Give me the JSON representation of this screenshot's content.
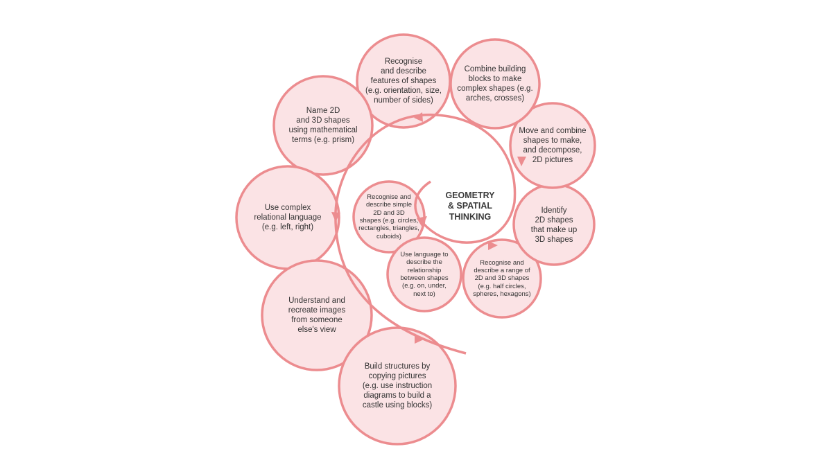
{
  "center": {
    "title": "GEOMETRY\n& SPATIAL\nTHINKING"
  },
  "stages": [
    {
      "text": "Recognise and\ndescribe simple\n2D and 3D\nshapes (e.g. circles,\nrectangles, triangles,\ncuboids)"
    },
    {
      "text": "Use language to\ndescribe the\nrelationship\nbetween shapes\n(e.g. on, under,\nnext to)"
    },
    {
      "text": "Recognise and\ndescribe a range of\n2D and 3D shapes\n(e.g. half circles,\nspheres, hexagons)"
    },
    {
      "text": "Identify\n2D shapes\nthat make up\n3D shapes"
    },
    {
      "text": "Move and combine\nshapes to make,\nand decompose,\n2D pictures"
    },
    {
      "text": "Combine building\nblocks to make\ncomplex shapes (e.g.\narches, crosses)"
    },
    {
      "text": "Recognise\nand describe\nfeatures of shapes\n(e.g. orientation, size,\nnumber of sides)"
    },
    {
      "text": "Name 2D\nand 3D shapes\nusing mathematical\nterms (e.g. prism)"
    },
    {
      "text": "Use complex\nrelational language\n(e.g. left, right)"
    },
    {
      "text": "Understand and\nrecreate images\nfrom someone\nelse's view"
    },
    {
      "text": "Build structures by\ncopying pictures\n(e.g. use instruction\ndiagrams to build a\ncastle using blocks)"
    }
  ],
  "colors": {
    "stroke": "#ec8c8f",
    "fill": "#fbe3e5",
    "text": "#333333"
  }
}
